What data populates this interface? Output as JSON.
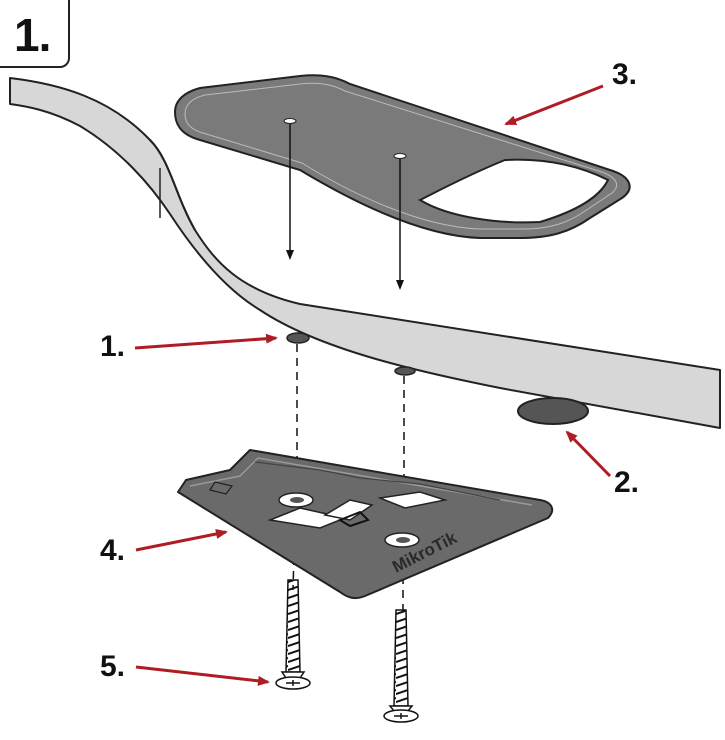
{
  "step": {
    "number": "1."
  },
  "callouts": {
    "c1": "1.",
    "c2": "2.",
    "c3": "3.",
    "c4": "4.",
    "c5": "5."
  },
  "brand": {
    "mark": "MikroTik"
  },
  "colors": {
    "arrow": "#b01c24",
    "panel": "#d7d7d7",
    "bracket": "#6a6a6a",
    "outline": "#222222"
  }
}
